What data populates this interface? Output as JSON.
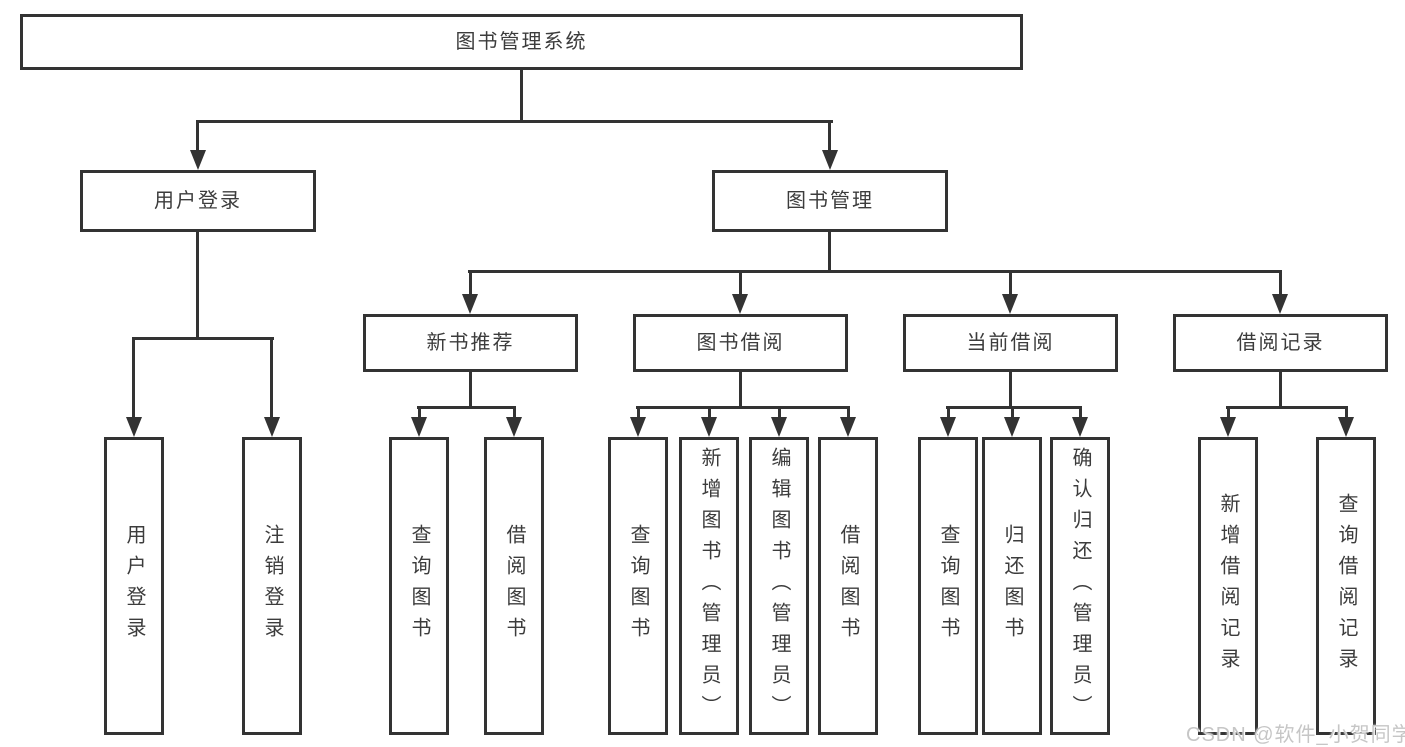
{
  "diagram": {
    "root": {
      "label": "图书管理系统"
    },
    "branches": [
      {
        "label": "用户登录",
        "children": [
          {
            "label": "用户登录"
          },
          {
            "label": "注销登录"
          }
        ]
      },
      {
        "label": "图书管理",
        "sections": [
          {
            "label": "新书推荐",
            "children": [
              {
                "label": "查询图书"
              },
              {
                "label": "借阅图书"
              }
            ]
          },
          {
            "label": "图书借阅",
            "children": [
              {
                "label": "查询图书"
              },
              {
                "label": "新增图书（管理员）"
              },
              {
                "label": "编辑图书（管理员）"
              },
              {
                "label": "借阅图书"
              }
            ]
          },
          {
            "label": "当前借阅",
            "children": [
              {
                "label": "查询图书"
              },
              {
                "label": "归还图书"
              },
              {
                "label": "确认归还（管理员）"
              }
            ]
          },
          {
            "label": "借阅记录",
            "children": [
              {
                "label": "新增借阅记录"
              },
              {
                "label": "查询借阅记录"
              }
            ]
          }
        ]
      }
    ]
  },
  "watermark": {
    "text": "CSDN @软件_小贺同学"
  },
  "colors": {
    "line": "#333333",
    "text": "#3c3c3c",
    "watermark": "#c6c6c6",
    "background": "#ffffff"
  }
}
